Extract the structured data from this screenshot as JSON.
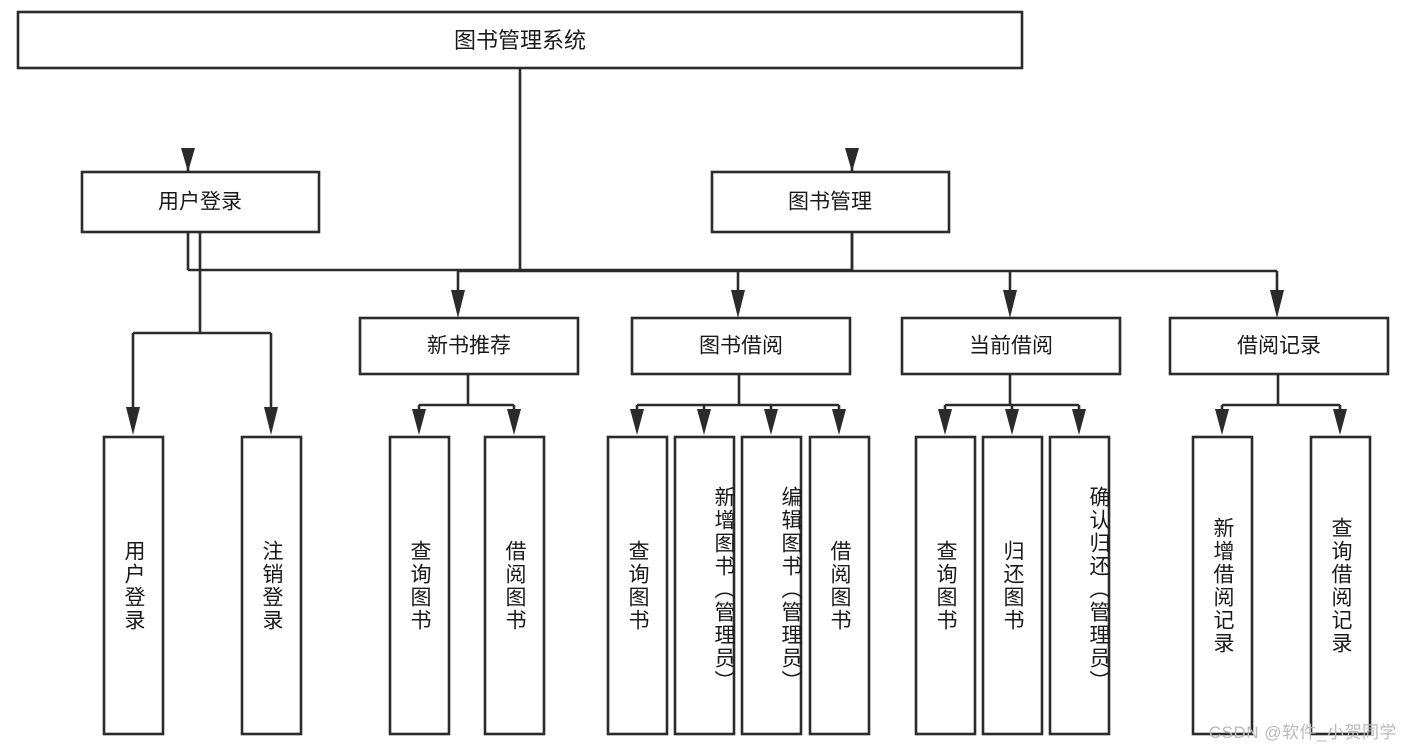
{
  "diagram": {
    "type": "tree-hierarchy",
    "title": "图书管理系统",
    "watermark": "CSDN @软件_小贺同学",
    "colors": {
      "stroke": "#2b2b2b",
      "box_fill": "#ffffff",
      "text": "#1a1a1a",
      "background": "#ffffff",
      "watermark": "#b9b9b9"
    },
    "root": {
      "label": "图书管理系统"
    },
    "level2": [
      {
        "label": "用户登录"
      },
      {
        "label": "图书管理"
      }
    ],
    "level3": [
      {
        "label": "新书推荐"
      },
      {
        "label": "图书借阅"
      },
      {
        "label": "当前借阅"
      },
      {
        "label": "借阅记录"
      }
    ],
    "leaves": {
      "user_login": [
        {
          "label": "用户登录"
        },
        {
          "label": "注销登录"
        }
      ],
      "new_book_recommend": [
        {
          "label": "查询图书"
        },
        {
          "label": "借阅图书"
        }
      ],
      "book_borrow": [
        {
          "label": "查询图书"
        },
        {
          "label": "新增图书（管理员）"
        },
        {
          "label": "编辑图书（管理员）"
        },
        {
          "label": "借阅图书"
        }
      ],
      "current_borrow": [
        {
          "label": "查询图书"
        },
        {
          "label": "归还图书"
        },
        {
          "label": "确认归还（管理员）"
        }
      ],
      "borrow_record": [
        {
          "label": "新增借阅记录"
        },
        {
          "label": "查询借阅记录"
        }
      ]
    }
  }
}
